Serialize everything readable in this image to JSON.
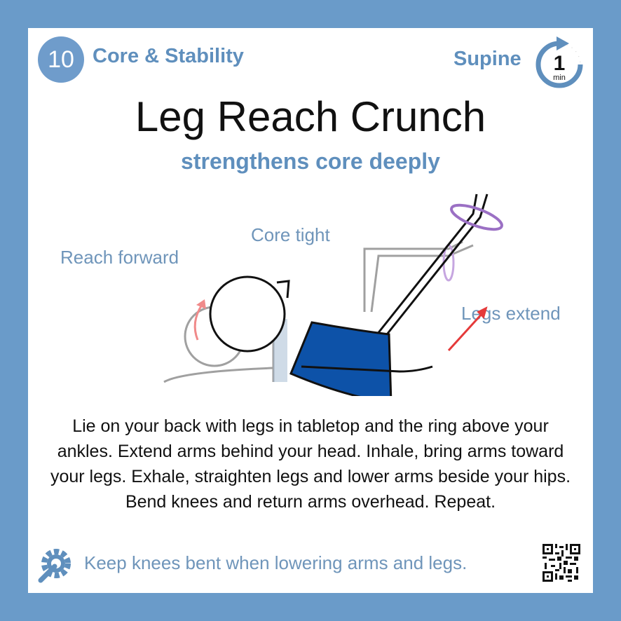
{
  "header": {
    "number": "10",
    "category": "Core & Stability",
    "position": "Supine",
    "timer": {
      "value": "1",
      "unit": "min",
      "icon": "timer-arrow-icon"
    }
  },
  "exercise": {
    "title": "Leg Reach Crunch",
    "subtitle": "strengthens core deeply"
  },
  "illustration": {
    "labels": {
      "reach": "Reach forward",
      "core": "Core tight",
      "legs": "Legs extend"
    },
    "colors": {
      "shirt": "#0d52a8",
      "ring": "#9b70c4",
      "arrow_main": "#e53a3a",
      "arrow_head": "#f08a8a",
      "ghost": "#999999"
    }
  },
  "description": "Lie on your back with legs in tabletop and the ring above your ankles. Extend arms behind your head. Inhale, bring arms toward your legs. Exhale, straighten legs and lower arms beside your hips. Bend knees and return arms overhead. Repeat.",
  "tip": {
    "icon": "wrench-gear-icon",
    "text": "Keep knees bent when lowering arms and legs."
  },
  "qr": {
    "icon": "qr-code-icon"
  },
  "colors": {
    "frame": "#6a9bc9",
    "accent": "#5f8fbd",
    "label": "#6f95ba"
  }
}
